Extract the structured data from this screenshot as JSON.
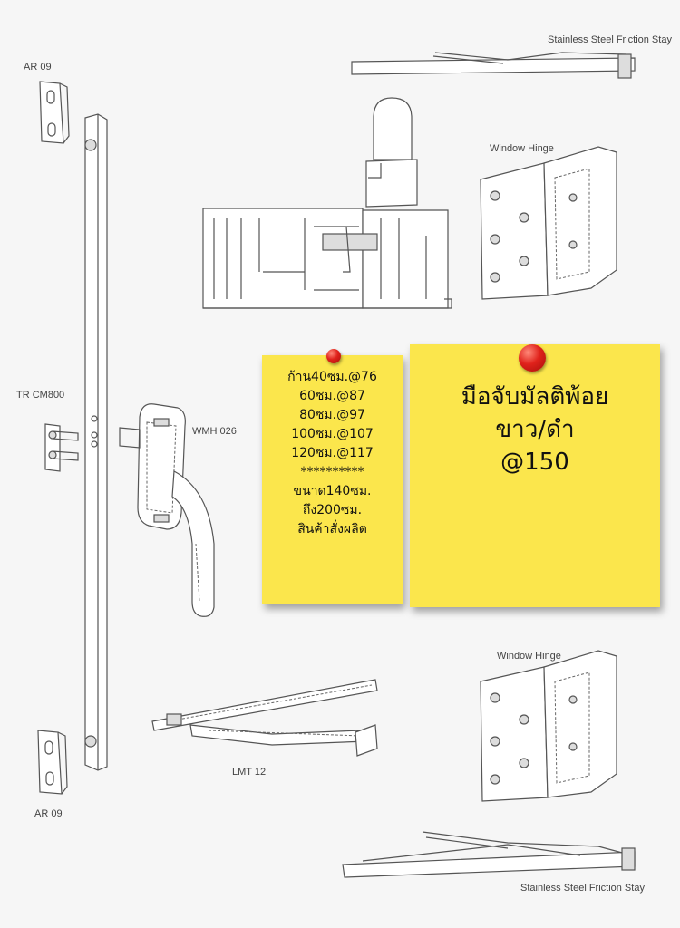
{
  "labels": {
    "friction_stay_top": "Stainless Steel Friction Stay",
    "ar_top": "AR 09",
    "window_hinge_top": "Window Hinge",
    "tr": "TR CM800",
    "wmh": "WMH 026",
    "window_hinge_bottom": "Window Hinge",
    "lmt": "LMT 12",
    "ar_bottom": "AR 09",
    "friction_stay_bottom": "Stainless Steel Friction Stay"
  },
  "note_left": {
    "lines": [
      "ก้าน40ซม.@76",
      "60ซม.@87",
      "80ซม.@97",
      "100ซม.@107",
      "120ซม.@117",
      "**********",
      "ขนาด140ซม.",
      "ถึง200ซม.",
      "สินค้าสั่งผลิต"
    ]
  },
  "note_right": {
    "lines": [
      "มือจับมัลติพ้อย",
      "ขาว/ดำ",
      "@150"
    ]
  },
  "colors": {
    "note": "#fbe64c",
    "pin": "#e0221b"
  }
}
